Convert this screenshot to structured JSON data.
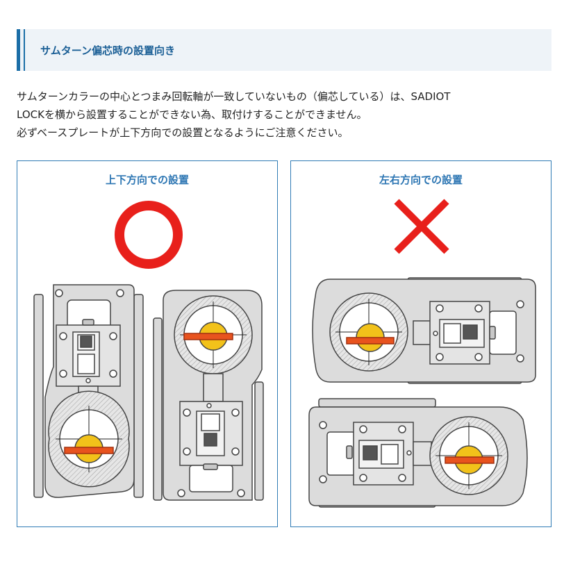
{
  "section": {
    "heading": "サムターン偏芯時の設置向き"
  },
  "description": {
    "line1": "サムターンカラーの中心とつまみ回転軸が一致していないもの（偏芯している）は、SADIOT",
    "line2": "LOCKを横から設置することができない為、取付けすることができません。",
    "line3": "必ずベースプレートが上下方向での設置となるようにご注意ください。"
  },
  "panels": [
    {
      "title": "上下方向での設置",
      "verdict": "ok-circle-icon"
    },
    {
      "title": "左右方向での設置",
      "verdict": "ng-cross-icon"
    }
  ],
  "colors": {
    "accent": "#1b6ea7",
    "panel_border": "#2f7bb5",
    "mark_red": "#e8201b",
    "knob_yellow": "#f2c21a",
    "knob_orange": "#e8531e",
    "plate_gray": "#d9d9d9"
  }
}
